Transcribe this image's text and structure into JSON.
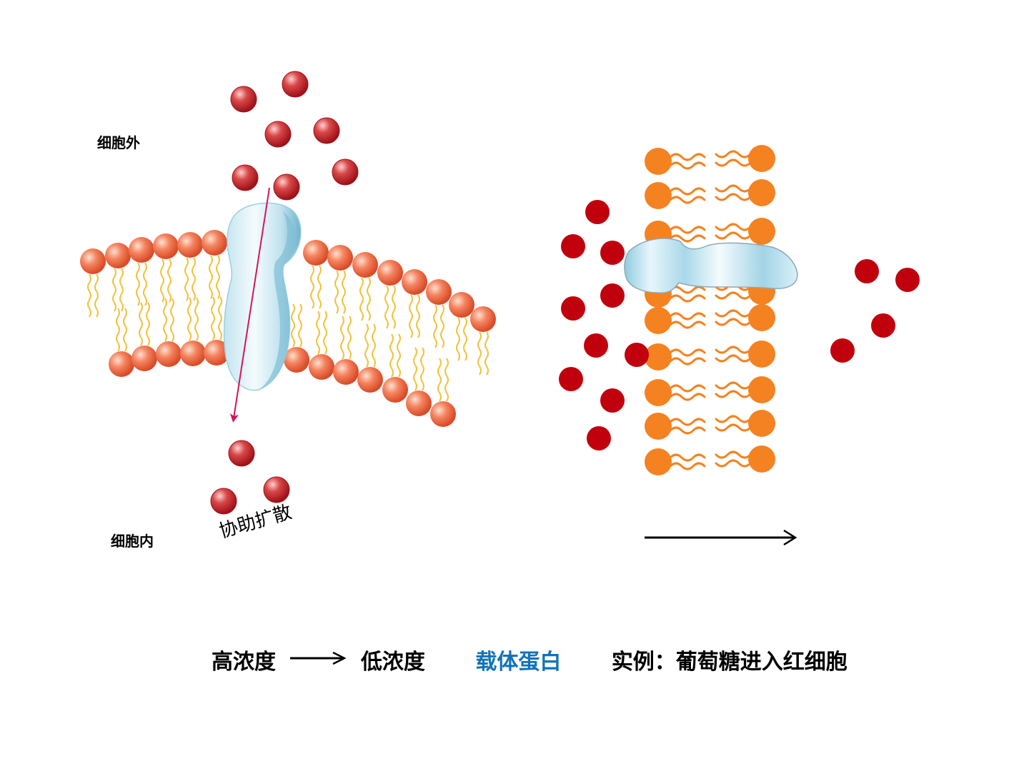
{
  "labels": {
    "outside": "细胞外",
    "inside": "细胞内",
    "process": "协助扩散"
  },
  "caption": {
    "high": "高浓度",
    "low": "低浓度",
    "carrier": "载体蛋白",
    "example": "实例：葡萄糖进入红细胞"
  },
  "colors": {
    "head_left": "#f26a4a",
    "head_right": "#f58220",
    "tail": "#f2c23a",
    "molecule_left": "#c8202a",
    "molecule_right": "#c0000d",
    "protein": "#cdeaf3",
    "protein_dark": "#6fb3cc",
    "arrow_left": "#d4145a",
    "carrier_text": "#1173b8"
  }
}
